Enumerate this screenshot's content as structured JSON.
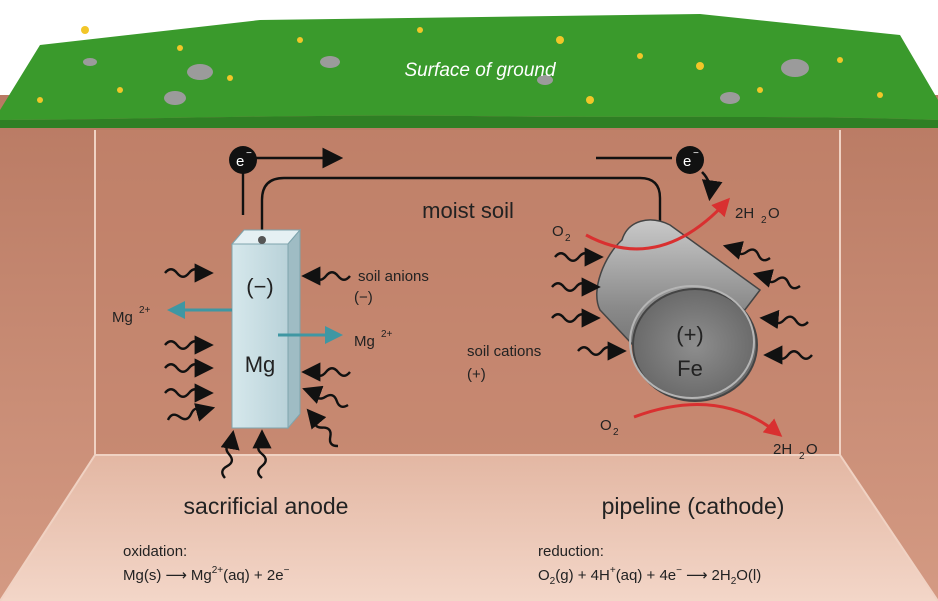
{
  "labels": {
    "surface": "Surface of ground",
    "moist_soil": "moist soil",
    "electron": "e",
    "electron_sup": "−",
    "anode_charge": "(−)",
    "anode_metal": "Mg",
    "mg_ion": "Mg",
    "mg_ion_sup": "2+",
    "soil_anions": "soil anions",
    "soil_anions_charge": "(−)",
    "soil_cations": "soil cations",
    "soil_cations_charge": "(+)",
    "cathode_charge": "(+)",
    "cathode_metal": "Fe",
    "o2": "O",
    "o2_sub": "2",
    "water_coef": "2H",
    "water_sub": "2",
    "water_tail": "O",
    "sacrificial_anode": "sacrificial anode",
    "pipeline_cathode": "pipeline (cathode)"
  },
  "equations": {
    "oxidation_title": "oxidation:",
    "ox_left": "Mg(s)",
    "ox_arrow": "⟶",
    "ox_mid": "Mg",
    "ox_sup": "2+",
    "ox_right": "(aq) + 2e",
    "ox_e_sup": "−",
    "reduction_title": "reduction:",
    "red_o": "O",
    "red_sub": "2",
    "red_a": "(g) + 4H",
    "red_plus": "+",
    "red_b": "(aq) + 4e",
    "red_minus": "−",
    "red_arrow": "⟶",
    "red_c": "2H",
    "red_sub2": "2",
    "red_d": "O(l)"
  },
  "colors": {
    "grass": "#3a9a2c",
    "soil": "#c98a72",
    "soil_floor": "#e8c2b0",
    "anode": "#c7dde3",
    "pipe": "#8c8c8c",
    "ion_arrow": "#3f97a3",
    "o2_arrow": "#d93030"
  }
}
